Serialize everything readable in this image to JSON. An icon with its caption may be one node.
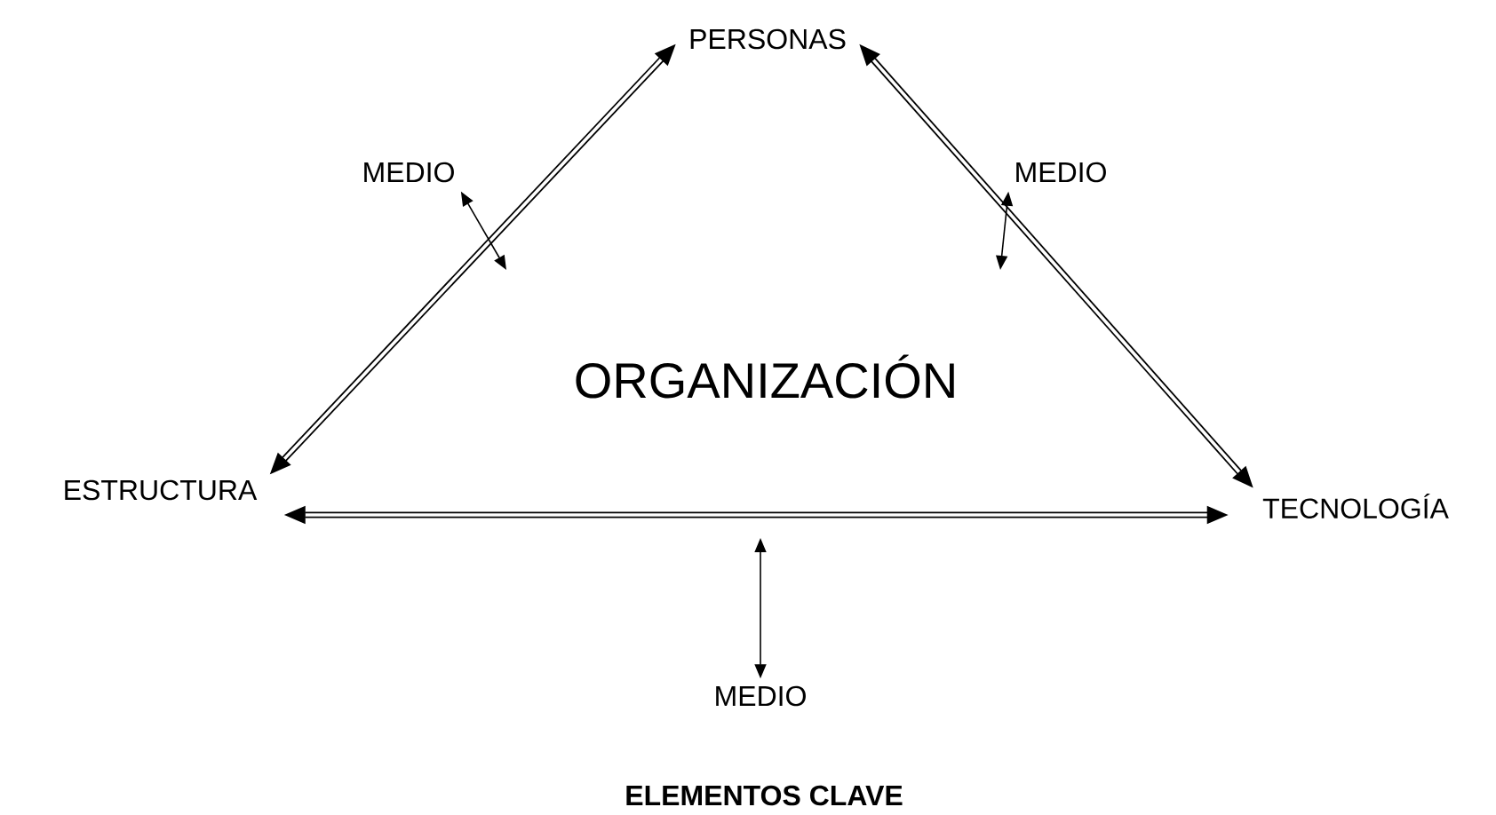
{
  "diagram": {
    "caption": "ELEMENTOS CLAVE",
    "nodes": [
      {
        "text": [
          "PERSONAS"
        ]
      },
      {
        "text": [
          "ESTRUCTURA"
        ]
      },
      {
        "text": [
          "TECNOLOGÍA"
        ]
      },
      {
        "text": [
          "MEDIO"
        ]
      },
      {
        "text": [
          "MEDIO"
        ]
      },
      {
        "text": [
          "MEDIO"
        ]
      }
    ],
    "edges": [
      {
        "from": 1,
        "to": 0,
        "arrow": "both",
        "style": "thick"
      },
      {
        "from": 0,
        "to": 2,
        "arrow": "both",
        "style": "thick"
      },
      {
        "from": 1,
        "to": 2,
        "arrow": "both",
        "style": "thick"
      },
      {
        "from": 3,
        "to": null,
        "arrow": "both"
      },
      {
        "from": 4,
        "to": null,
        "arrow": "both"
      },
      {
        "from": 5,
        "to": null,
        "arrow": "both"
      }
    ],
    "labels": [
      "ORGANIZACIÓN"
    ]
  }
}
